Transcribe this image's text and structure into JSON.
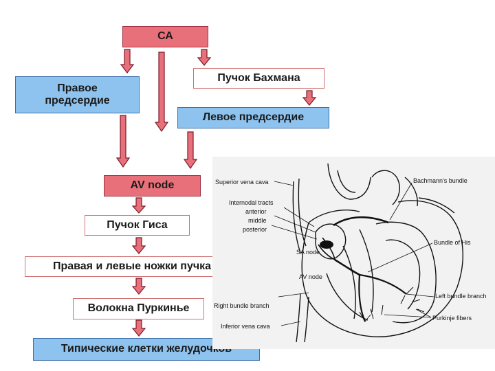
{
  "nodes": {
    "sa": "СА",
    "bachmann": "Пучок Бахмана",
    "right_atrium": "Правое предсердие",
    "left_atrium": "Левое предсердие",
    "av_node": "AV node",
    "his_bundle": "Пучок Гиса",
    "bundle_branches": "Правая и левые ножки пучка Гиса",
    "purkinje": "Волокна Пуркинье",
    "ventricle_cells": "Типические клетки желудочков"
  },
  "figure_labels": {
    "superior_vena_cava": "Superior vena cava",
    "internodal_tracts": "Internodal tracts",
    "anterior": "anterior",
    "middle": "middle",
    "posterior": "posterior",
    "sa_node": "SA node",
    "av_node": "AV node",
    "right_bundle_branch": "Right bundle branch",
    "inferior_vena_cava": "Inferior vena cava",
    "bachmanns_bundle": "Bachmann's bundle",
    "bundle_of_his": "Bundle of His",
    "left_bundle_branch": "Left bundle branch",
    "purkinje_fibers": "Purkinje fibers"
  },
  "colors": {
    "red_box": "#e8707a",
    "blue_box": "#8ec3ef",
    "arrow_fill": "#e8707a"
  }
}
